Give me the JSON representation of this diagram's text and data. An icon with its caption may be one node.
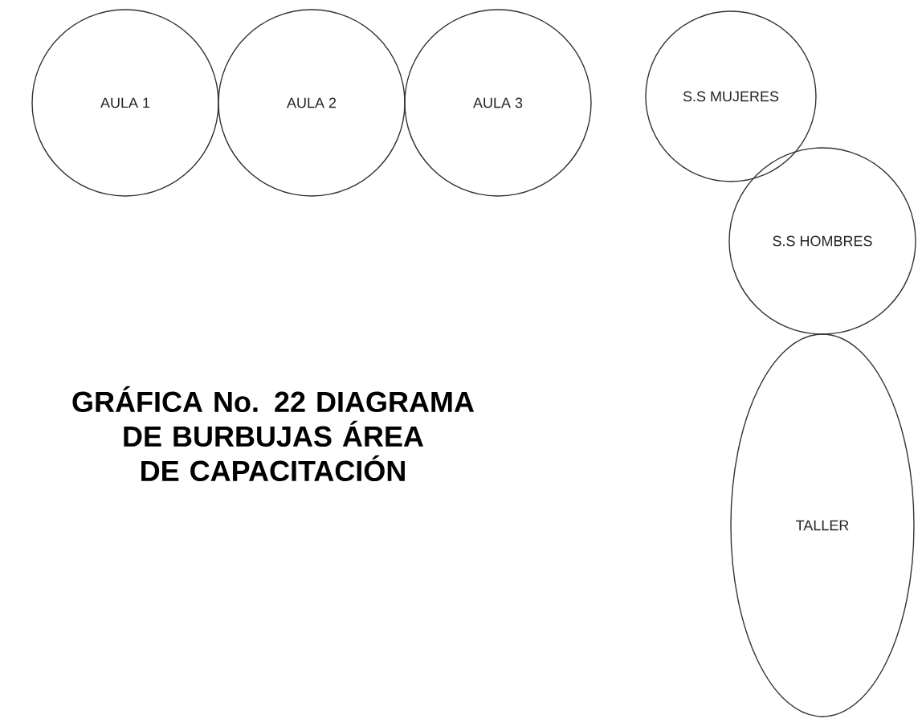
{
  "diagram": {
    "title": "GRÁFICA No. 22 DIAGRAMA DE BURBUJAS ÁREA DE CAPACITACIÓN",
    "nodes": [
      {
        "text": [
          "AULA 1"
        ]
      },
      {
        "text": [
          "AULA 2"
        ]
      },
      {
        "text": [
          "AULA 3"
        ]
      },
      {
        "text": [
          "S.S MUJERES"
        ]
      },
      {
        "text": [
          "S.S HOMBRES"
        ]
      },
      {
        "text": [
          "TALLER"
        ]
      }
    ]
  }
}
